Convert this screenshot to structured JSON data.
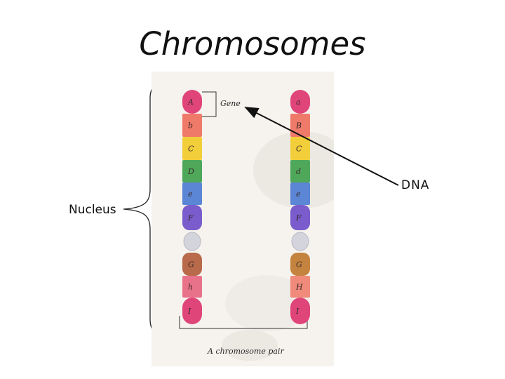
{
  "slide": {
    "title": "Chromosomes"
  },
  "labels": {
    "nucleus": "Nucleus",
    "dna": "DNA"
  },
  "figure": {
    "gene_label": "Gene",
    "pair_caption": "A chromosome pair",
    "left_chromosome": {
      "bands": [
        {
          "letter": "A",
          "color": "#e0457a"
        },
        {
          "letter": "b",
          "color": "#f07a6a"
        },
        {
          "letter": "C",
          "color": "#f2cf3a"
        },
        {
          "letter": "D",
          "color": "#4fa85a"
        },
        {
          "letter": "e",
          "color": "#5b86d6"
        },
        {
          "letter": "F",
          "color": "#7a5ccc"
        },
        {
          "letter": "G",
          "color": "#b86a4a"
        },
        {
          "letter": "h",
          "color": "#e8728a"
        },
        {
          "letter": "I",
          "color": "#e0457a"
        }
      ]
    },
    "right_chromosome": {
      "bands": [
        {
          "letter": "a",
          "color": "#e0457a"
        },
        {
          "letter": "B",
          "color": "#f07a6a"
        },
        {
          "letter": "C",
          "color": "#f2cf3a"
        },
        {
          "letter": "d",
          "color": "#4fa85a"
        },
        {
          "letter": "e",
          "color": "#5b86d6"
        },
        {
          "letter": "F",
          "color": "#7a5ccc"
        },
        {
          "letter": "G",
          "color": "#c48440"
        },
        {
          "letter": "H",
          "color": "#f08a7a"
        },
        {
          "letter": "I",
          "color": "#e0457a"
        }
      ]
    },
    "centromere_color": "#d4d4dc"
  }
}
